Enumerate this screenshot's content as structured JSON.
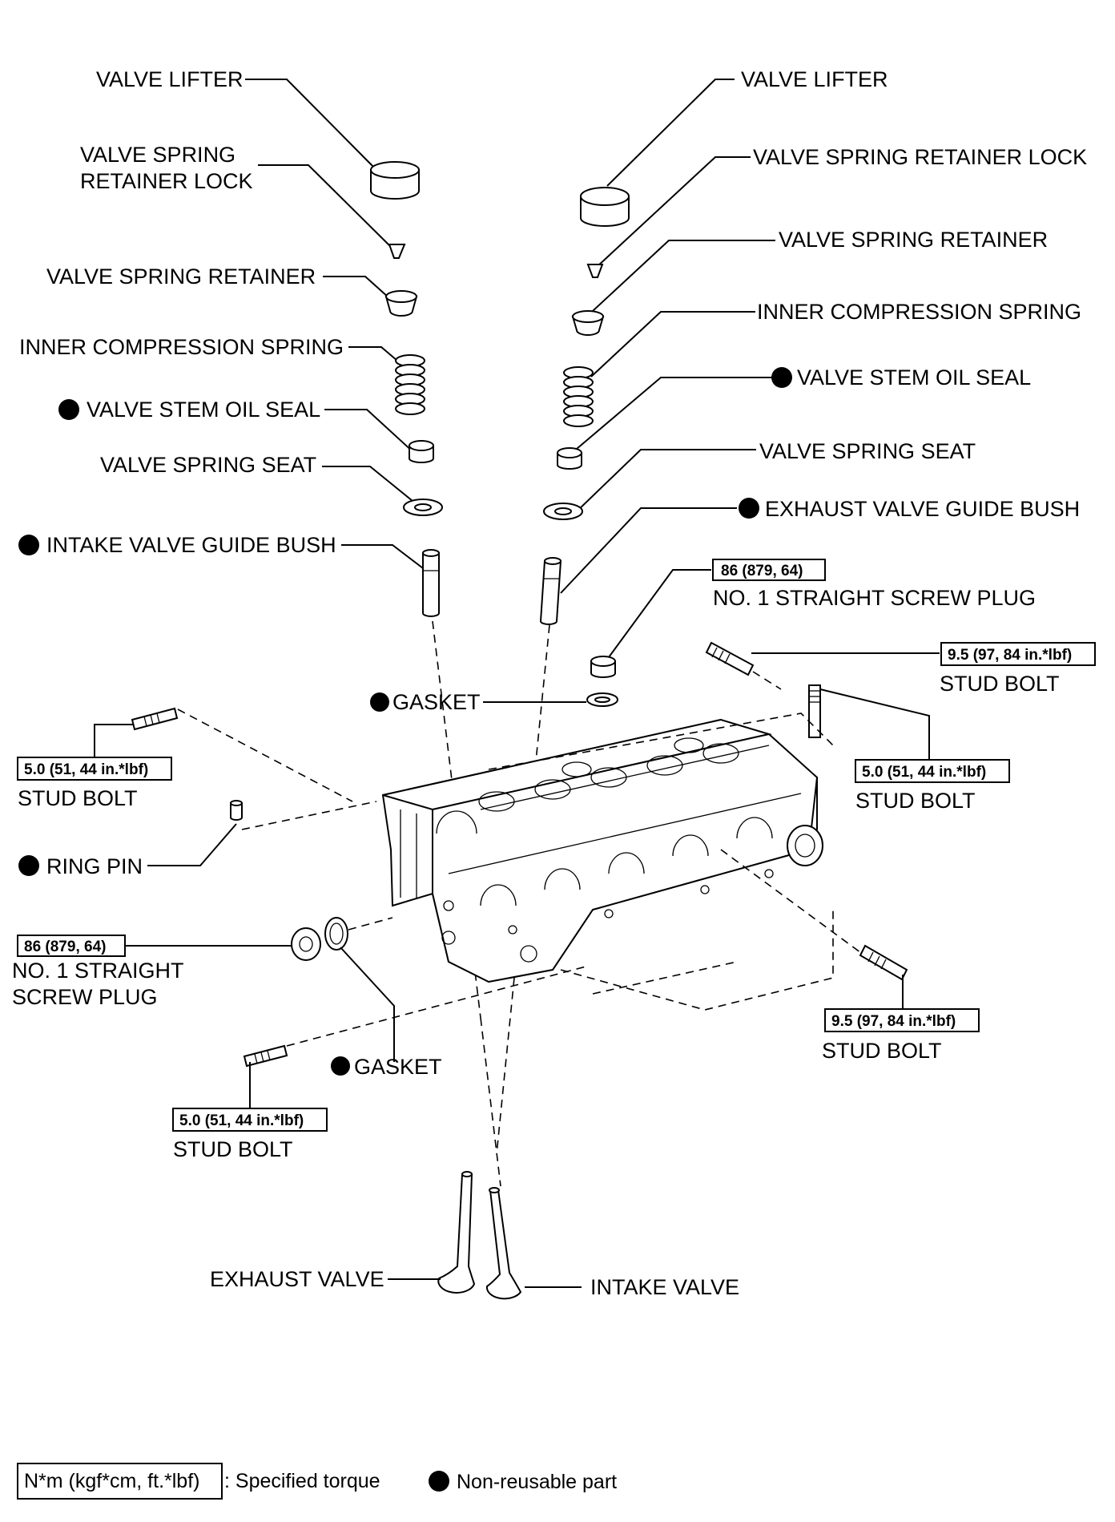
{
  "labels": {
    "left": {
      "valve_lifter": "VALVE LIFTER",
      "retainer_lock_line1": "VALVE SPRING",
      "retainer_lock_line2": "RETAINER LOCK",
      "spring_retainer": "VALVE SPRING RETAINER",
      "inner_spring": "INNER COMPRESSION SPRING",
      "oil_seal": "VALVE STEM OIL SEAL",
      "spring_seat": "VALVE SPRING SEAT",
      "guide_bush": "INTAKE VALVE GUIDE BUSH",
      "stud_bolt_upper": "STUD BOLT",
      "ring_pin": "RING PIN",
      "screw_plug_line1": "NO. 1 STRAIGHT",
      "screw_plug_line2": "SCREW PLUG",
      "gasket": "GASKET",
      "stud_bolt_lower": "STUD BOLT",
      "exhaust_valve": "EXHAUST VALVE"
    },
    "right": {
      "valve_lifter": "VALVE LIFTER",
      "retainer_lock": "VALVE SPRING RETAINER LOCK",
      "spring_retainer": "VALVE SPRING RETAINER",
      "inner_spring": "INNER COMPRESSION SPRING",
      "oil_seal": "VALVE STEM OIL SEAL",
      "spring_seat": "VALVE SPRING SEAT",
      "guide_bush": "EXHAUST VALVE GUIDE BUSH",
      "screw_plug": "NO. 1 STRAIGHT SCREW PLUG",
      "gasket": "GASKET",
      "stud_bolt_top": "STUD BOLT",
      "stud_bolt_mid": "STUD BOLT",
      "stud_bolt_bottom": "STUD BOLT",
      "intake_valve": "INTAKE VALVE"
    }
  },
  "torques": {
    "screw_plug_top": "86 (879, 64)",
    "stud_bolt_top_right": "9.5 (97, 84 in.*lbf)",
    "stud_bolt_left": "5.0 (51, 44 in.*lbf)",
    "stud_bolt_right": "5.0 (51, 44 in.*lbf)",
    "screw_plug_left": "86 (879, 64)",
    "stud_bolt_lower_right": "9.5 (97, 84 in.*lbf)",
    "stud_bolt_lower_left": "5.0 (51, 44 in.*lbf)"
  },
  "legend": {
    "torque_unit": "N*m (kgf*cm, ft.*lbf)",
    "torque_desc": ": Specified torque",
    "nonreusable_desc": "Non-reusable part"
  },
  "icons": {
    "non_reusable": "filled-circle-icon"
  },
  "colors": {
    "ink": "#000000",
    "background": "#ffffff"
  }
}
